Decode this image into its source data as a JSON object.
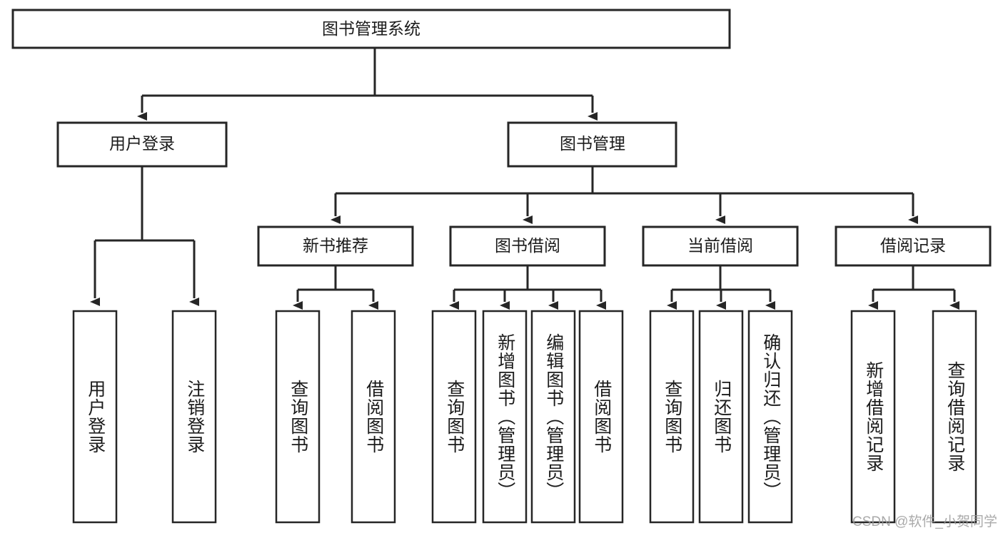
{
  "diagram": {
    "type": "tree",
    "title": "图书管理系统",
    "root": {
      "id": "root",
      "label": "图书管理系统"
    },
    "level1": [
      {
        "id": "user-login",
        "label": "用户登录"
      },
      {
        "id": "book-manage",
        "label": "图书管理"
      }
    ],
    "level2": [
      {
        "id": "new-book-recommend",
        "label": "新书推荐",
        "parent": "book-manage"
      },
      {
        "id": "book-borrow",
        "label": "图书借阅",
        "parent": "book-manage"
      },
      {
        "id": "current-borrow",
        "label": "当前借阅",
        "parent": "book-manage"
      },
      {
        "id": "borrow-record",
        "label": "借阅记录",
        "parent": "book-manage"
      }
    ],
    "leaves": {
      "user-login": [
        {
          "id": "leaf-user-login",
          "label": "用户登录"
        },
        {
          "id": "leaf-user-logout",
          "label": "注销登录"
        }
      ],
      "new-book-recommend": [
        {
          "id": "leaf-query-book-1",
          "label": "查询图书"
        },
        {
          "id": "leaf-borrow-book-1",
          "label": "借阅图书"
        }
      ],
      "book-borrow": [
        {
          "id": "leaf-query-book-2",
          "label": "查询图书"
        },
        {
          "id": "leaf-add-book",
          "label": "新增图书（管理员）"
        },
        {
          "id": "leaf-edit-book",
          "label": "编辑图书（管理员）"
        },
        {
          "id": "leaf-borrow-book-2",
          "label": "借阅图书"
        }
      ],
      "current-borrow": [
        {
          "id": "leaf-query-book-3",
          "label": "查询图书"
        },
        {
          "id": "leaf-return-book",
          "label": "归还图书"
        },
        {
          "id": "leaf-confirm-return",
          "label": "确认归还（管理员）"
        }
      ],
      "borrow-record": [
        {
          "id": "leaf-add-record",
          "label": "新增借阅记录"
        },
        {
          "id": "leaf-query-record",
          "label": "查询借阅记录"
        }
      ]
    }
  },
  "watermark": {
    "text": "CSDN @软件_小贺同学"
  },
  "colors": {
    "background": "#ffffff",
    "box_stroke": "#262626",
    "box_fill": "#ffffff",
    "text": "#1b1b1b",
    "watermark_text": "#9b9b9b"
  }
}
